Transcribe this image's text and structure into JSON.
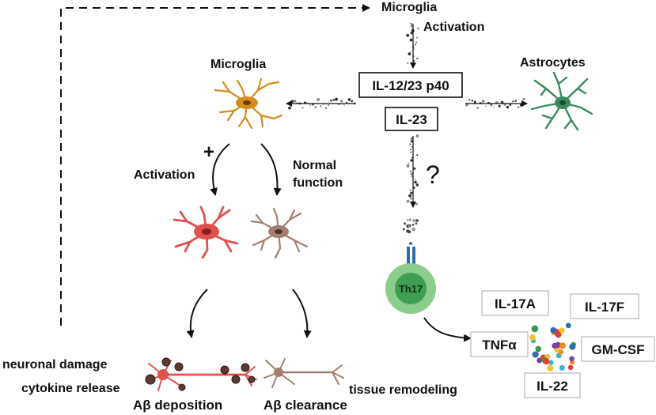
{
  "top_microglia_label": "Microglia",
  "top_activation_label": "Activation",
  "left_microglia_label": "Microglia",
  "astrocytes_label": "Astrocytes",
  "il12_23_p40_label": "IL-12/23 p40",
  "il23_label": "IL-23",
  "plus_sign": "+",
  "activation_label": "Activation",
  "normal_function_line1": "Normal",
  "normal_function_line2": "function",
  "question_mark": "?",
  "th17_label": "Th17",
  "cytokines": {
    "il17a": "IL-17A",
    "il17f": "IL-17F",
    "tnfa": "TNFα",
    "gmcsf": "GM-CSF",
    "il22": "IL-22"
  },
  "neuronal_damage_label": "neuronal damage",
  "cytokine_release_label": "cytokine release",
  "abeta_deposition_label": "Aβ deposition",
  "abeta_clearance_label": "Aβ clearance",
  "tissue_remodeling_label": "tissue remodeling",
  "colors": {
    "microglia_orange": "#d98a1c",
    "astrocyte_green": "#3a8a5e",
    "activated_red": "#e0514e",
    "normal_brown": "#a47d72",
    "th17_outer": "#8ccc8c",
    "th17_inner": "#3f9e52",
    "receptor_blue": "#2f6fa8"
  }
}
